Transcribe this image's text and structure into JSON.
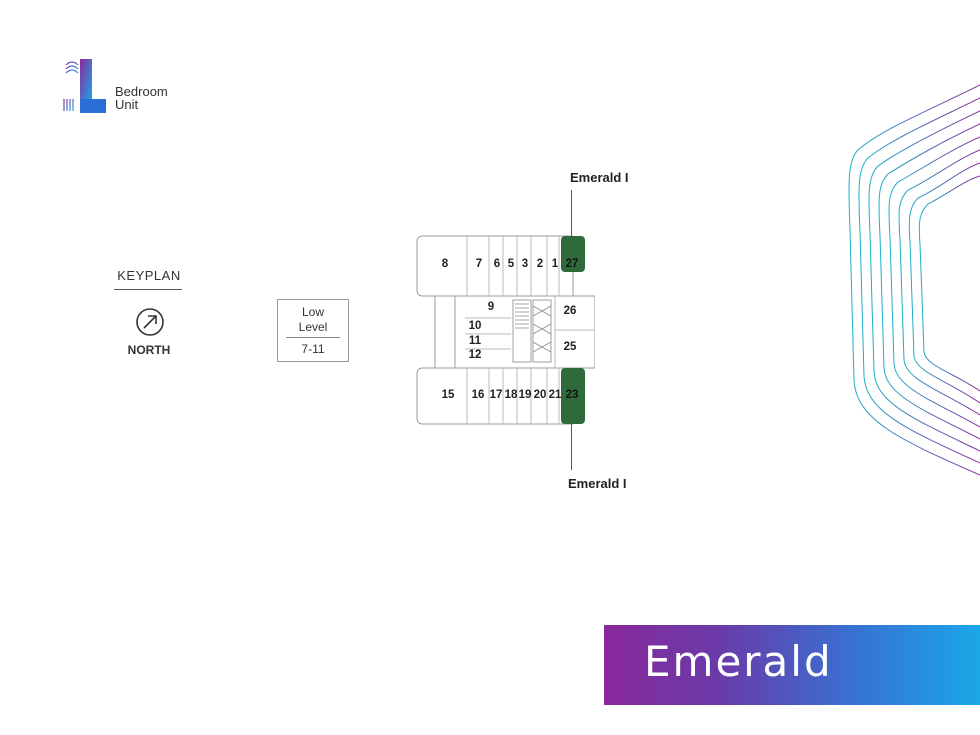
{
  "logo": {
    "line1": "Bedroom",
    "line2": "Unit"
  },
  "keyplan": {
    "title": "KEYPLAN",
    "north": "NORTH"
  },
  "level": {
    "line1": "Low",
    "line2": "Level",
    "range": "7-11"
  },
  "tower": {
    "top_label": "Emerald I",
    "bottom_label": "Emerald I"
  },
  "units_top": [
    "8",
    "7",
    "6",
    "5",
    "3",
    "2",
    "1",
    "27"
  ],
  "units_middle": [
    "9",
    "10",
    "11",
    "12",
    "26",
    "25"
  ],
  "units_bottom": [
    "15",
    "16",
    "17",
    "18",
    "19",
    "20",
    "21",
    "23"
  ],
  "highlight_units": [
    "27",
    "23"
  ],
  "banner": {
    "text": "Emerald"
  },
  "colors": {
    "highlight": "#2f6b3a",
    "gradient_start": "#8a2a9c",
    "gradient_end": "#1aa7e8"
  }
}
